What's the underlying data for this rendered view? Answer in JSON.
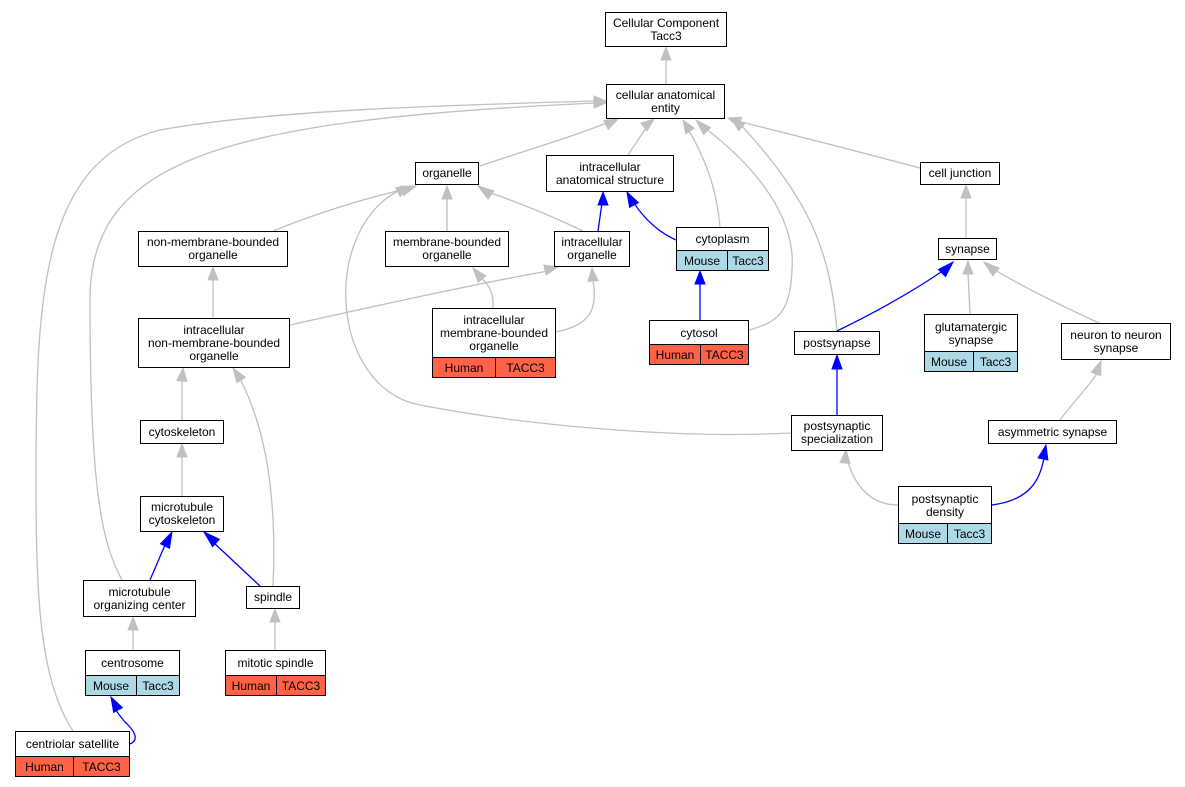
{
  "colors": {
    "edge_gray": "#c0c0c0",
    "edge_blue": "#0000ff",
    "human": "#ff6347",
    "mouse": "#add8e6",
    "node_border": "#000000",
    "node_fill": "#ffffff"
  },
  "nodes": {
    "root": {
      "label": "Cellular Component\nTacc3"
    },
    "cae": {
      "label": "cellular anatomical\nentity"
    },
    "organelle": {
      "label": "organelle"
    },
    "ias": {
      "label": "intracellular\nanatomical structure"
    },
    "celljunction": {
      "label": "cell junction"
    },
    "nmbo": {
      "label": "non-membrane-bounded\norganelle"
    },
    "mbo": {
      "label": "membrane-bounded\norganelle"
    },
    "io": {
      "label": "intracellular\norganelle"
    },
    "cytoplasm": {
      "label": "cytoplasm",
      "species": "Mouse",
      "gene": "Tacc3"
    },
    "synapse": {
      "label": "synapse"
    },
    "inmbo": {
      "label": "intracellular\nnon-membrane-bounded\norganelle"
    },
    "imbo": {
      "label": "intracellular\nmembrane-bounded\norganelle",
      "species": "Human",
      "gene": "TACC3"
    },
    "cytosol": {
      "label": "cytosol",
      "species": "Human",
      "gene": "TACC3"
    },
    "postsynapse": {
      "label": "postsynapse"
    },
    "glut": {
      "label": "glutamatergic\nsynapse",
      "species": "Mouse",
      "gene": "Tacc3"
    },
    "n2n": {
      "label": "neuron to neuron\nsynapse"
    },
    "cytoskeleton": {
      "label": "cytoskeleton"
    },
    "pss": {
      "label": "postsynaptic\nspecialization"
    },
    "asym": {
      "label": "asymmetric synapse"
    },
    "mtcyto": {
      "label": "microtubule\ncytoskeleton"
    },
    "psd": {
      "label": "postsynaptic\ndensity",
      "species": "Mouse",
      "gene": "Tacc3"
    },
    "mtoc": {
      "label": "microtubule\norganizing center"
    },
    "spindle": {
      "label": "spindle"
    },
    "centrosome": {
      "label": "centrosome",
      "species": "Mouse",
      "gene": "Tacc3"
    },
    "mitotic": {
      "label": "mitotic spindle",
      "species": "Human",
      "gene": "TACC3"
    },
    "centriolar": {
      "label": "centriolar satellite",
      "species": "Human",
      "gene": "TACC3"
    }
  },
  "edges": [
    {
      "from": "cae",
      "to": "root",
      "color": "gray"
    },
    {
      "from": "organelle",
      "to": "cae",
      "color": "gray"
    },
    {
      "from": "ias",
      "to": "cae",
      "color": "gray"
    },
    {
      "from": "celljunction",
      "to": "cae",
      "color": "gray"
    },
    {
      "from": "cytoplasm",
      "to": "cae",
      "color": "gray"
    },
    {
      "from": "cytosol",
      "to": "cae",
      "color": "gray"
    },
    {
      "from": "postsynapse",
      "to": "cae",
      "color": "gray"
    },
    {
      "from": "mtoc",
      "to": "cae",
      "color": "gray"
    },
    {
      "from": "centriolar",
      "to": "cae",
      "color": "gray"
    },
    {
      "from": "nmbo",
      "to": "organelle",
      "color": "gray"
    },
    {
      "from": "mbo",
      "to": "organelle",
      "color": "gray"
    },
    {
      "from": "io",
      "to": "organelle",
      "color": "gray"
    },
    {
      "from": "pss",
      "to": "organelle",
      "color": "gray"
    },
    {
      "from": "io",
      "to": "ias",
      "color": "blue"
    },
    {
      "from": "cytoplasm",
      "to": "ias",
      "color": "blue"
    },
    {
      "from": "synapse",
      "to": "celljunction",
      "color": "gray"
    },
    {
      "from": "inmbo",
      "to": "nmbo",
      "color": "gray"
    },
    {
      "from": "imbo",
      "to": "mbo",
      "color": "gray"
    },
    {
      "from": "inmbo",
      "to": "io",
      "color": "gray"
    },
    {
      "from": "imbo",
      "to": "io",
      "color": "gray"
    },
    {
      "from": "cytosol",
      "to": "cytoplasm",
      "color": "blue"
    },
    {
      "from": "postsynapse",
      "to": "synapse",
      "color": "blue"
    },
    {
      "from": "glut",
      "to": "synapse",
      "color": "gray"
    },
    {
      "from": "n2n",
      "to": "synapse",
      "color": "gray"
    },
    {
      "from": "cytoskeleton",
      "to": "inmbo",
      "color": "gray"
    },
    {
      "from": "spindle",
      "to": "inmbo",
      "color": "gray"
    },
    {
      "from": "pss",
      "to": "postsynapse",
      "color": "blue"
    },
    {
      "from": "asym",
      "to": "n2n",
      "color": "gray"
    },
    {
      "from": "mtcyto",
      "to": "cytoskeleton",
      "color": "gray"
    },
    {
      "from": "psd",
      "to": "pss",
      "color": "gray"
    },
    {
      "from": "psd",
      "to": "asym",
      "color": "blue"
    },
    {
      "from": "mtoc",
      "to": "mtcyto",
      "color": "blue"
    },
    {
      "from": "spindle",
      "to": "mtcyto",
      "color": "blue"
    },
    {
      "from": "centrosome",
      "to": "mtoc",
      "color": "gray"
    },
    {
      "from": "mitotic",
      "to": "spindle",
      "color": "gray"
    },
    {
      "from": "centriolar",
      "to": "centrosome",
      "color": "blue"
    }
  ]
}
